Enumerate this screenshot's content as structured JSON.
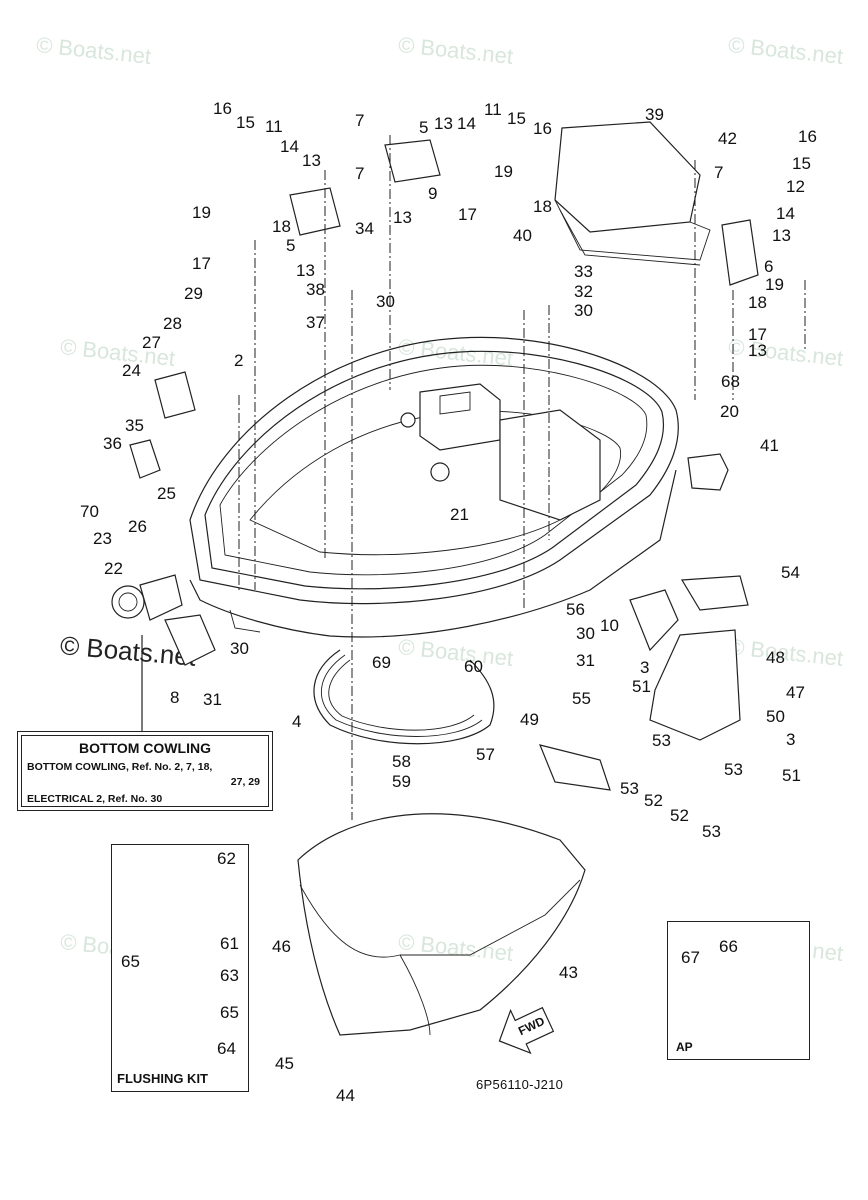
{
  "watermarks": {
    "text": "© Boats.net",
    "color": "#d8e6dc"
  },
  "diagram": {
    "title": "Bottom Cowling exploded parts diagram",
    "part_code": "6P56110-J210",
    "fwd_arrow_label": "FWD",
    "callouts": [
      {
        "ref": "16"
      },
      {
        "ref": "15"
      },
      {
        "ref": "11"
      },
      {
        "ref": "14"
      },
      {
        "ref": "13"
      },
      {
        "ref": "7"
      },
      {
        "ref": "19"
      },
      {
        "ref": "18"
      },
      {
        "ref": "5"
      },
      {
        "ref": "17"
      },
      {
        "ref": "13"
      },
      {
        "ref": "38"
      },
      {
        "ref": "29"
      },
      {
        "ref": "37"
      },
      {
        "ref": "28"
      },
      {
        "ref": "27"
      },
      {
        "ref": "2"
      },
      {
        "ref": "24"
      },
      {
        "ref": "35"
      },
      {
        "ref": "36"
      },
      {
        "ref": "70"
      },
      {
        "ref": "25"
      },
      {
        "ref": "26"
      },
      {
        "ref": "23"
      },
      {
        "ref": "22"
      },
      {
        "ref": "30"
      },
      {
        "ref": "8"
      },
      {
        "ref": "31"
      },
      {
        "ref": "4"
      },
      {
        "ref": "7"
      },
      {
        "ref": "5"
      },
      {
        "ref": "13"
      },
      {
        "ref": "14"
      },
      {
        "ref": "11"
      },
      {
        "ref": "15"
      },
      {
        "ref": "16"
      },
      {
        "ref": "19"
      },
      {
        "ref": "9"
      },
      {
        "ref": "13"
      },
      {
        "ref": "17"
      },
      {
        "ref": "18"
      },
      {
        "ref": "34"
      },
      {
        "ref": "30"
      },
      {
        "ref": "39"
      },
      {
        "ref": "42"
      },
      {
        "ref": "40"
      },
      {
        "ref": "33"
      },
      {
        "ref": "32"
      },
      {
        "ref": "30"
      },
      {
        "ref": "16"
      },
      {
        "ref": "15"
      },
      {
        "ref": "12"
      },
      {
        "ref": "7"
      },
      {
        "ref": "14"
      },
      {
        "ref": "13"
      },
      {
        "ref": "6"
      },
      {
        "ref": "19"
      },
      {
        "ref": "18"
      },
      {
        "ref": "17"
      },
      {
        "ref": "13"
      },
      {
        "ref": "68"
      },
      {
        "ref": "20"
      },
      {
        "ref": "41"
      },
      {
        "ref": "21"
      },
      {
        "ref": "54"
      },
      {
        "ref": "56"
      },
      {
        "ref": "10"
      },
      {
        "ref": "30"
      },
      {
        "ref": "48"
      },
      {
        "ref": "31"
      },
      {
        "ref": "3"
      },
      {
        "ref": "69"
      },
      {
        "ref": "60"
      },
      {
        "ref": "47"
      },
      {
        "ref": "51"
      },
      {
        "ref": "55"
      },
      {
        "ref": "50"
      },
      {
        "ref": "49"
      },
      {
        "ref": "53"
      },
      {
        "ref": "3"
      },
      {
        "ref": "57"
      },
      {
        "ref": "53"
      },
      {
        "ref": "51"
      },
      {
        "ref": "53"
      },
      {
        "ref": "52"
      },
      {
        "ref": "52"
      },
      {
        "ref": "53"
      },
      {
        "ref": "58"
      },
      {
        "ref": "59"
      },
      {
        "ref": "46"
      },
      {
        "ref": "43"
      },
      {
        "ref": "45"
      },
      {
        "ref": "44"
      }
    ]
  },
  "legend_box": {
    "title": "BOTTOM COWLING",
    "line1": "BOTTOM COWLING,  Ref. No. 2, 7, 18,",
    "line2": "27, 29",
    "line3": "ELECTRICAL 2,  Ref. No. 30"
  },
  "flushing_kit": {
    "label": "FLUSHING KIT",
    "callouts": [
      {
        "ref": "62"
      },
      {
        "ref": "61"
      },
      {
        "ref": "65"
      },
      {
        "ref": "63"
      },
      {
        "ref": "65"
      },
      {
        "ref": "64"
      }
    ]
  },
  "ap_box": {
    "label": "AP",
    "callouts": [
      {
        "ref": "67"
      },
      {
        "ref": "66"
      }
    ]
  }
}
